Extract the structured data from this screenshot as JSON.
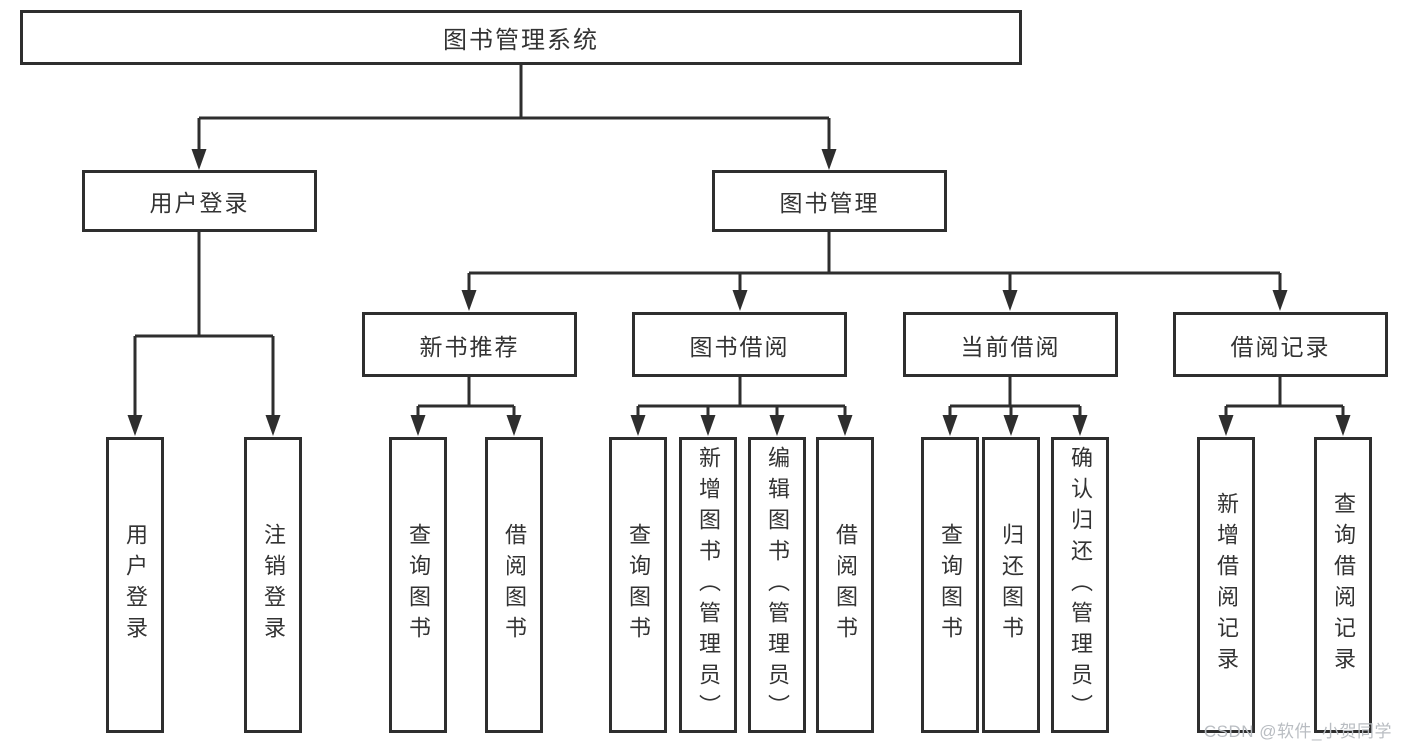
{
  "diagram": {
    "title_node": {
      "label": "图书管理系统"
    },
    "root": {
      "label": "图书管理系统"
    },
    "level2": [
      {
        "label": "用户登录"
      },
      {
        "label": "图书管理"
      }
    ],
    "level3": [
      {
        "label": "新书推荐"
      },
      {
        "label": "图书借阅"
      },
      {
        "label": "当前借阅"
      },
      {
        "label": "借阅记录"
      }
    ],
    "leaves": [
      {
        "label": "用户登录"
      },
      {
        "label": "注销登录"
      },
      {
        "label": "查询图书"
      },
      {
        "label": "借阅图书"
      },
      {
        "label": "查询图书"
      },
      {
        "label": "新增图书（管理员）"
      },
      {
        "label": "编辑图书（管理员）"
      },
      {
        "label": "借阅图书"
      },
      {
        "label": "查询图书"
      },
      {
        "label": "归还图书"
      },
      {
        "label": "确认归还（管理员）"
      },
      {
        "label": "新增借阅记录"
      },
      {
        "label": "查询借阅记录"
      }
    ],
    "colors": {
      "line": "#2e2e2e",
      "text": "#333333",
      "box_background": "#ffffff",
      "page_background": "#ffffff"
    }
  },
  "watermark": {
    "text": "CSDN @软件_小贺同学",
    "color": "#b9bdc2"
  }
}
